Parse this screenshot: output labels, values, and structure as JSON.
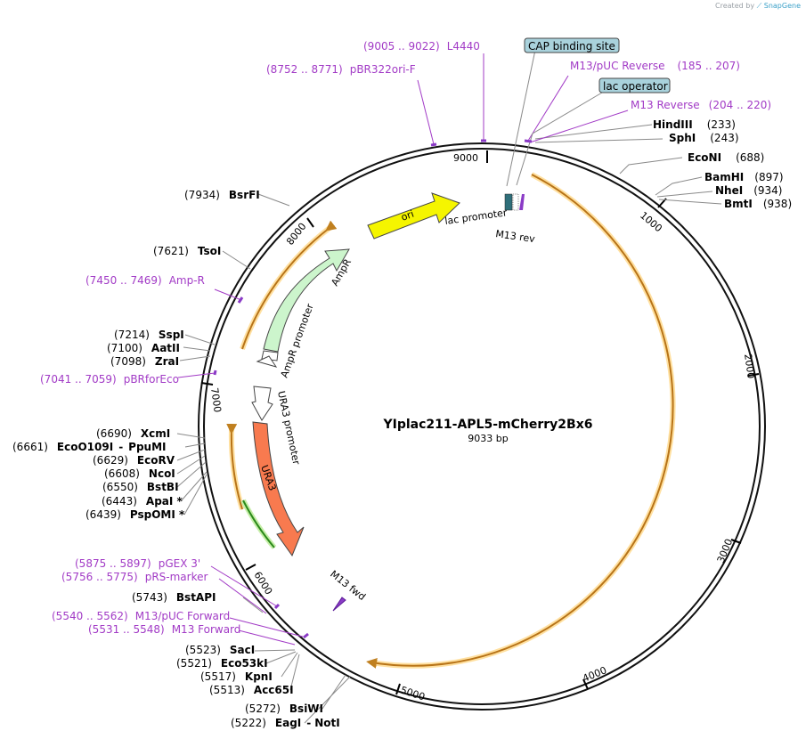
{
  "credit": {
    "prefix": "Created by",
    "brand": "SnapGene"
  },
  "plasmid": {
    "name": "YIplac211-APL5-mCherry2Bx6",
    "length": "9033 bp"
  },
  "backbone_ticks": [
    "9000",
    "1000",
    "2000",
    "3000",
    "4000",
    "5000",
    "6000",
    "7000",
    "8000"
  ],
  "sites": [
    {
      "name": "HindIII",
      "pos": "(233)"
    },
    {
      "name": "SphI",
      "pos": "(243)"
    },
    {
      "name": "EcoNI",
      "pos": "(688)"
    },
    {
      "name": "BamHI",
      "pos": "(897)"
    },
    {
      "name": "NheI",
      "pos": "(934)"
    },
    {
      "name": "BmtI",
      "pos": "(938)"
    },
    {
      "name": "BsrFI",
      "pos": "(7934)"
    },
    {
      "name": "TsoI",
      "pos": "(7621)"
    },
    {
      "name": "SspI",
      "pos": "(7214)"
    },
    {
      "name": "AatII",
      "pos": "(7100)"
    },
    {
      "name": "ZraI",
      "pos": "(7098)"
    },
    {
      "name": "XcmI",
      "pos": "(6690)"
    },
    {
      "name": "EcoO109I",
      "name2": "PpuMI",
      "pos": "(6661)"
    },
    {
      "name": "EcoRV",
      "pos": "(6629)"
    },
    {
      "name": "NcoI",
      "pos": "(6608)"
    },
    {
      "name": "BstBI",
      "pos": "(6550)"
    },
    {
      "name": "ApaI *",
      "pos": "(6443)"
    },
    {
      "name": "PspOMI *",
      "pos": "(6439)"
    },
    {
      "name": "BstAPI",
      "pos": "(5743)"
    },
    {
      "name": "SacI",
      "pos": "(5523)"
    },
    {
      "name": "Eco53kI",
      "pos": "(5521)"
    },
    {
      "name": "KpnI",
      "pos": "(5517)"
    },
    {
      "name": "Acc65I",
      "pos": "(5513)"
    },
    {
      "name": "BsiWI",
      "pos": "(5272)"
    },
    {
      "name": "EagI",
      "name2": "NotI",
      "pos": "(5222)"
    }
  ],
  "primers": [
    {
      "name": "L4440",
      "range": "(9005 .. 9022)"
    },
    {
      "name": "pBR322ori-F",
      "range": "(8752 .. 8771)"
    },
    {
      "name": "M13/pUC Reverse",
      "range": "(185 .. 207)"
    },
    {
      "name": "M13 Reverse",
      "range": "(204 .. 220)"
    },
    {
      "name": "Amp-R",
      "range": "(7450 .. 7469)"
    },
    {
      "name": "pBRforEco",
      "range": "(7041 .. 7059)"
    },
    {
      "name": "pGEX 3'",
      "range": "(5875 .. 5897)"
    },
    {
      "name": "pRS-marker",
      "range": "(5756 .. 5775)"
    },
    {
      "name": "M13/pUC Forward",
      "range": "(5540 .. 5562)"
    },
    {
      "name": "M13 Forward",
      "range": "(5531 .. 5548)"
    }
  ],
  "boxed_features": [
    {
      "name": "CAP binding site"
    },
    {
      "name": "lac operator"
    }
  ],
  "features": [
    {
      "name": "ori",
      "color": "#f5f500"
    },
    {
      "name": "AmpR",
      "color": "#ccf5cc"
    },
    {
      "name": "AmpR promoter",
      "color": "#ffffff"
    },
    {
      "name": "URA3 promoter",
      "color": "#ffffff"
    },
    {
      "name": "URA3",
      "color": "#f87a4f"
    },
    {
      "name": "lac promoter",
      "color": "#2f6f7a"
    },
    {
      "name": "M13 rev",
      "color": "#8a3ac6"
    },
    {
      "name": "M13 fwd",
      "color": "#8a3ac6"
    }
  ]
}
